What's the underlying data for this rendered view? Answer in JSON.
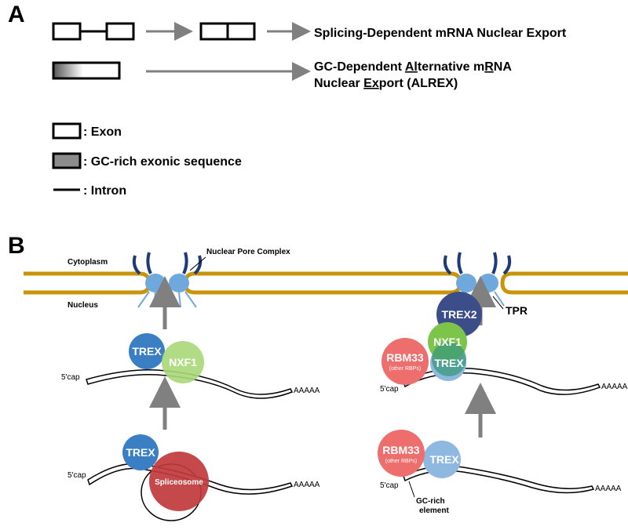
{
  "panel_a": {
    "label": "A",
    "splicing_text": "Splicing-Dependent mRNA Nuclear Export",
    "alrex_line1": {
      "p1": "GC-Dependent ",
      "u1": "Al",
      "p2": "ternative m",
      "u2": "R",
      "p3": "NA"
    },
    "alrex_line2": {
      "p1": "Nuclear ",
      "u1": "Ex",
      "p2": "port (ALREX)"
    },
    "legend": {
      "exon": ": Exon",
      "gc_rich": ": GC-rich exonic sequence",
      "intron": ": Intron"
    }
  },
  "panel_b": {
    "label": "B",
    "cytoplasm": "Cytoplasm",
    "nucleus": "Nucleus",
    "npc": "Nuclear Pore Complex",
    "tpr": "TPR",
    "cap": "5'cap",
    "polya": "AAAAA",
    "trex": "TREX",
    "nxf1": "NXF1",
    "trex2": "TREX2",
    "spliceosome": "Spliceosome",
    "rbm33": "RBM33",
    "other_rbps": "(other RBPs)",
    "gc_element_1": "GC-rich",
    "gc_element_2": "element"
  },
  "colors": {
    "membrane": "#c8950a",
    "arrow": "#808080",
    "npc_dark": "#1f3a7a",
    "npc_light": "#6fa8dc",
    "trex": "#3a7fc4",
    "trex_light": "#8fb8e0",
    "nxf1": "#a8d878",
    "nxf1_dark": "#7cc44a",
    "trex2": "#3c4e8a",
    "spliceosome": "#c0393b",
    "rbm33": "#ee6e6e"
  }
}
